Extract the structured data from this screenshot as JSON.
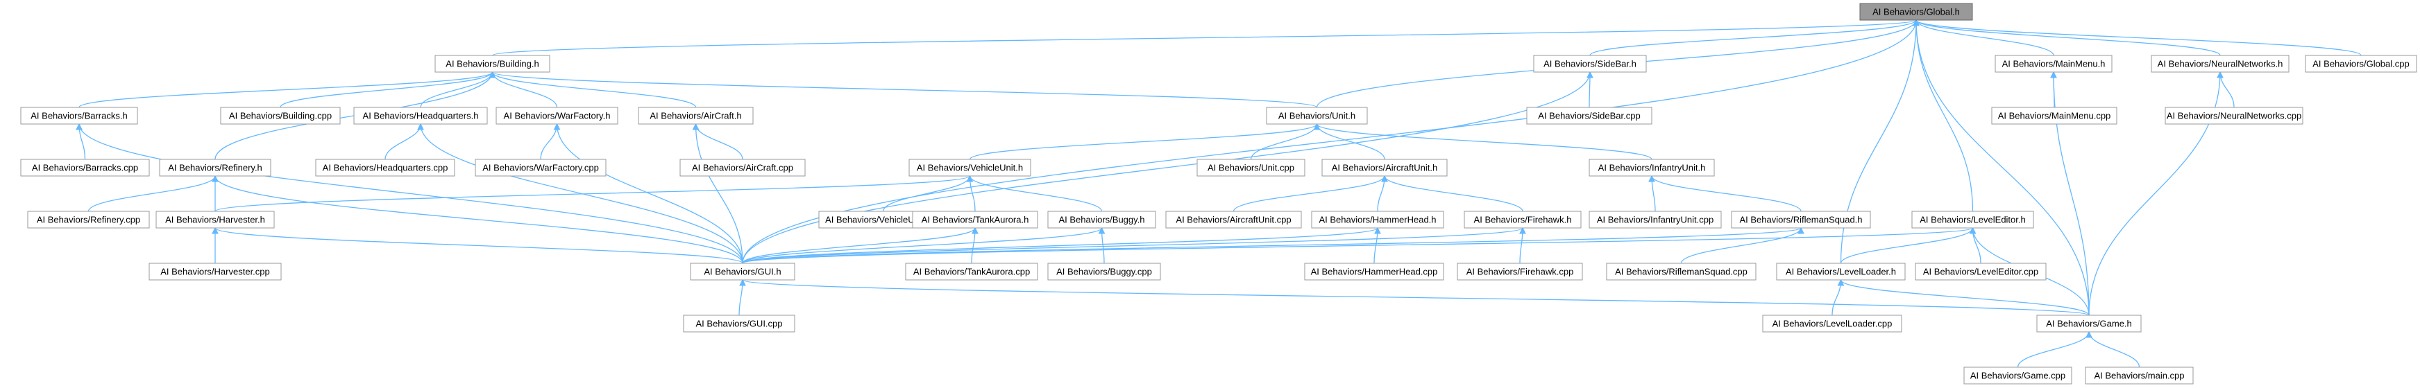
{
  "nodes": [
    {
      "id": "global_h",
      "label": "AI Behaviors/Global.h",
      "root": true
    },
    {
      "id": "building_h",
      "label": "AI Behaviors/Building.h"
    },
    {
      "id": "sidebar_h",
      "label": "AI Behaviors/SideBar.h"
    },
    {
      "id": "mainmenu_h",
      "label": "AI Behaviors/MainMenu.h"
    },
    {
      "id": "neuralnetworks_h",
      "label": "AI Behaviors/NeuralNetworks.h"
    },
    {
      "id": "global_cpp",
      "label": "AI Behaviors/Global.cpp"
    },
    {
      "id": "barracks_h",
      "label": "AI Behaviors/Barracks.h"
    },
    {
      "id": "building_cpp",
      "label": "AI Behaviors/Building.cpp"
    },
    {
      "id": "headquarters_h",
      "label": "AI Behaviors/Headquarters.h"
    },
    {
      "id": "warfactory_h",
      "label": "AI Behaviors/WarFactory.h"
    },
    {
      "id": "aircraft_h",
      "label": "AI Behaviors/AirCraft.h"
    },
    {
      "id": "unit_h",
      "label": "AI Behaviors/Unit.h"
    },
    {
      "id": "sidebar_cpp",
      "label": "AI Behaviors/SideBar.cpp"
    },
    {
      "id": "mainmenu_cpp",
      "label": "AI Behaviors/MainMenu.cpp"
    },
    {
      "id": "neuralnetworks_cpp",
      "label": "AI Behaviors/NeuralNetworks.cpp"
    },
    {
      "id": "barracks_cpp",
      "label": "AI Behaviors/Barracks.cpp"
    },
    {
      "id": "refinery_h",
      "label": "AI Behaviors/Refinery.h"
    },
    {
      "id": "headquarters_cpp",
      "label": "AI Behaviors/Headquarters.cpp"
    },
    {
      "id": "warfactory_cpp",
      "label": "AI Behaviors/WarFactory.cpp"
    },
    {
      "id": "aircraft_cpp",
      "label": "AI Behaviors/AirCraft.cpp"
    },
    {
      "id": "vehicleunit_h",
      "label": "AI Behaviors/VehicleUnit.h"
    },
    {
      "id": "unit_cpp",
      "label": "AI Behaviors/Unit.cpp"
    },
    {
      "id": "aircraftunit_h",
      "label": "AI Behaviors/AircraftUnit.h"
    },
    {
      "id": "infantryunit_h",
      "label": "AI Behaviors/InfantryUnit.h"
    },
    {
      "id": "refinery_cpp",
      "label": "AI Behaviors/Refinery.cpp"
    },
    {
      "id": "harvester_h",
      "label": "AI Behaviors/Harvester.h"
    },
    {
      "id": "vehicleunit_cpp",
      "label": "AI Behaviors/VehicleUnit.cpp"
    },
    {
      "id": "tankaurora_h",
      "label": "AI Behaviors/TankAurora.h"
    },
    {
      "id": "buggy_h",
      "label": "AI Behaviors/Buggy.h"
    },
    {
      "id": "aircraftunit_cpp",
      "label": "AI Behaviors/AircraftUnit.cpp"
    },
    {
      "id": "hammerhead_h",
      "label": "AI Behaviors/HammerHead.h"
    },
    {
      "id": "firehawk_h",
      "label": "AI Behaviors/Firehawk.h"
    },
    {
      "id": "infantryunit_cpp",
      "label": "AI Behaviors/InfantryUnit.cpp"
    },
    {
      "id": "riflemansquad_h",
      "label": "AI Behaviors/RiflemanSquad.h"
    },
    {
      "id": "leveleditor_h",
      "label": "AI Behaviors/LevelEditor.h"
    },
    {
      "id": "harvester_cpp",
      "label": "AI Behaviors/Harvester.cpp"
    },
    {
      "id": "gui_h",
      "label": "AI Behaviors/GUI.h"
    },
    {
      "id": "tankaurora_cpp",
      "label": "AI Behaviors/TankAurora.cpp"
    },
    {
      "id": "buggy_cpp",
      "label": "AI Behaviors/Buggy.cpp"
    },
    {
      "id": "hammerhead_cpp",
      "label": "AI Behaviors/HammerHead.cpp"
    },
    {
      "id": "firehawk_cpp",
      "label": "AI Behaviors/Firehawk.cpp"
    },
    {
      "id": "riflemansquad_cpp",
      "label": "AI Behaviors/RiflemanSquad.cpp"
    },
    {
      "id": "levelloader_h",
      "label": "AI Behaviors/LevelLoader.h"
    },
    {
      "id": "leveleditor_cpp",
      "label": "AI Behaviors/LevelEditor.cpp"
    },
    {
      "id": "gui_cpp",
      "label": "AI Behaviors/GUI.cpp"
    },
    {
      "id": "levelloader_cpp",
      "label": "AI Behaviors/LevelLoader.cpp"
    },
    {
      "id": "game_h",
      "label": "AI Behaviors/Game.h"
    },
    {
      "id": "game_cpp",
      "label": "AI Behaviors/Game.cpp"
    },
    {
      "id": "main_cpp",
      "label": "AI Behaviors/main.cpp"
    }
  ],
  "edges": [
    [
      "building_h",
      "global_h"
    ],
    [
      "sidebar_h",
      "global_h"
    ],
    [
      "mainmenu_h",
      "global_h"
    ],
    [
      "neuralnetworks_h",
      "global_h"
    ],
    [
      "global_cpp",
      "global_h"
    ],
    [
      "unit_h",
      "global_h"
    ],
    [
      "gui_h",
      "global_h"
    ],
    [
      "leveleditor_h",
      "global_h"
    ],
    [
      "levelloader_h",
      "global_h"
    ],
    [
      "game_h",
      "global_h"
    ],
    [
      "barracks_h",
      "building_h"
    ],
    [
      "building_cpp",
      "building_h"
    ],
    [
      "headquarters_h",
      "building_h"
    ],
    [
      "warfactory_h",
      "building_h"
    ],
    [
      "aircraft_h",
      "building_h"
    ],
    [
      "refinery_h",
      "building_h"
    ],
    [
      "unit_h",
      "building_h"
    ],
    [
      "sidebar_cpp",
      "sidebar_h"
    ],
    [
      "gui_h",
      "sidebar_h"
    ],
    [
      "mainmenu_cpp",
      "mainmenu_h"
    ],
    [
      "game_h",
      "mainmenu_h"
    ],
    [
      "neuralnetworks_cpp",
      "neuralnetworks_h"
    ],
    [
      "game_h",
      "neuralnetworks_h"
    ],
    [
      "barracks_cpp",
      "barracks_h"
    ],
    [
      "gui_h",
      "barracks_h"
    ],
    [
      "headquarters_cpp",
      "headquarters_h"
    ],
    [
      "gui_h",
      "headquarters_h"
    ],
    [
      "warfactory_cpp",
      "warfactory_h"
    ],
    [
      "gui_h",
      "warfactory_h"
    ],
    [
      "aircraft_cpp",
      "aircraft_h"
    ],
    [
      "gui_h",
      "aircraft_h"
    ],
    [
      "vehicleunit_h",
      "unit_h"
    ],
    [
      "unit_cpp",
      "unit_h"
    ],
    [
      "aircraftunit_h",
      "unit_h"
    ],
    [
      "infantryunit_h",
      "unit_h"
    ],
    [
      "refinery_cpp",
      "refinery_h"
    ],
    [
      "harvester_h",
      "refinery_h"
    ],
    [
      "gui_h",
      "refinery_h"
    ],
    [
      "harvester_h",
      "vehicleunit_h"
    ],
    [
      "vehicleunit_cpp",
      "vehicleunit_h"
    ],
    [
      "tankaurora_h",
      "vehicleunit_h"
    ],
    [
      "buggy_h",
      "vehicleunit_h"
    ],
    [
      "aircraftunit_cpp",
      "aircraftunit_h"
    ],
    [
      "hammerhead_h",
      "aircraftunit_h"
    ],
    [
      "firehawk_h",
      "aircraftunit_h"
    ],
    [
      "infantryunit_cpp",
      "infantryunit_h"
    ],
    [
      "riflemansquad_h",
      "infantryunit_h"
    ],
    [
      "harvester_cpp",
      "harvester_h"
    ],
    [
      "gui_h",
      "harvester_h"
    ],
    [
      "tankaurora_cpp",
      "tankaurora_h"
    ],
    [
      "gui_h",
      "tankaurora_h"
    ],
    [
      "buggy_cpp",
      "buggy_h"
    ],
    [
      "gui_h",
      "buggy_h"
    ],
    [
      "hammerhead_cpp",
      "hammerhead_h"
    ],
    [
      "gui_h",
      "hammerhead_h"
    ],
    [
      "firehawk_cpp",
      "firehawk_h"
    ],
    [
      "gui_h",
      "firehawk_h"
    ],
    [
      "riflemansquad_cpp",
      "riflemansquad_h"
    ],
    [
      "gui_h",
      "riflemansquad_h"
    ],
    [
      "leveleditor_cpp",
      "leveleditor_h"
    ],
    [
      "levelloader_h",
      "leveleditor_h"
    ],
    [
      "game_h",
      "leveleditor_h"
    ],
    [
      "gui_h",
      "leveleditor_h"
    ],
    [
      "gui_cpp",
      "gui_h"
    ],
    [
      "game_h",
      "gui_h"
    ],
    [
      "levelloader_cpp",
      "levelloader_h"
    ],
    [
      "game_h",
      "levelloader_h"
    ],
    [
      "game_cpp",
      "game_h"
    ],
    [
      "main_cpp",
      "game_h"
    ]
  ]
}
